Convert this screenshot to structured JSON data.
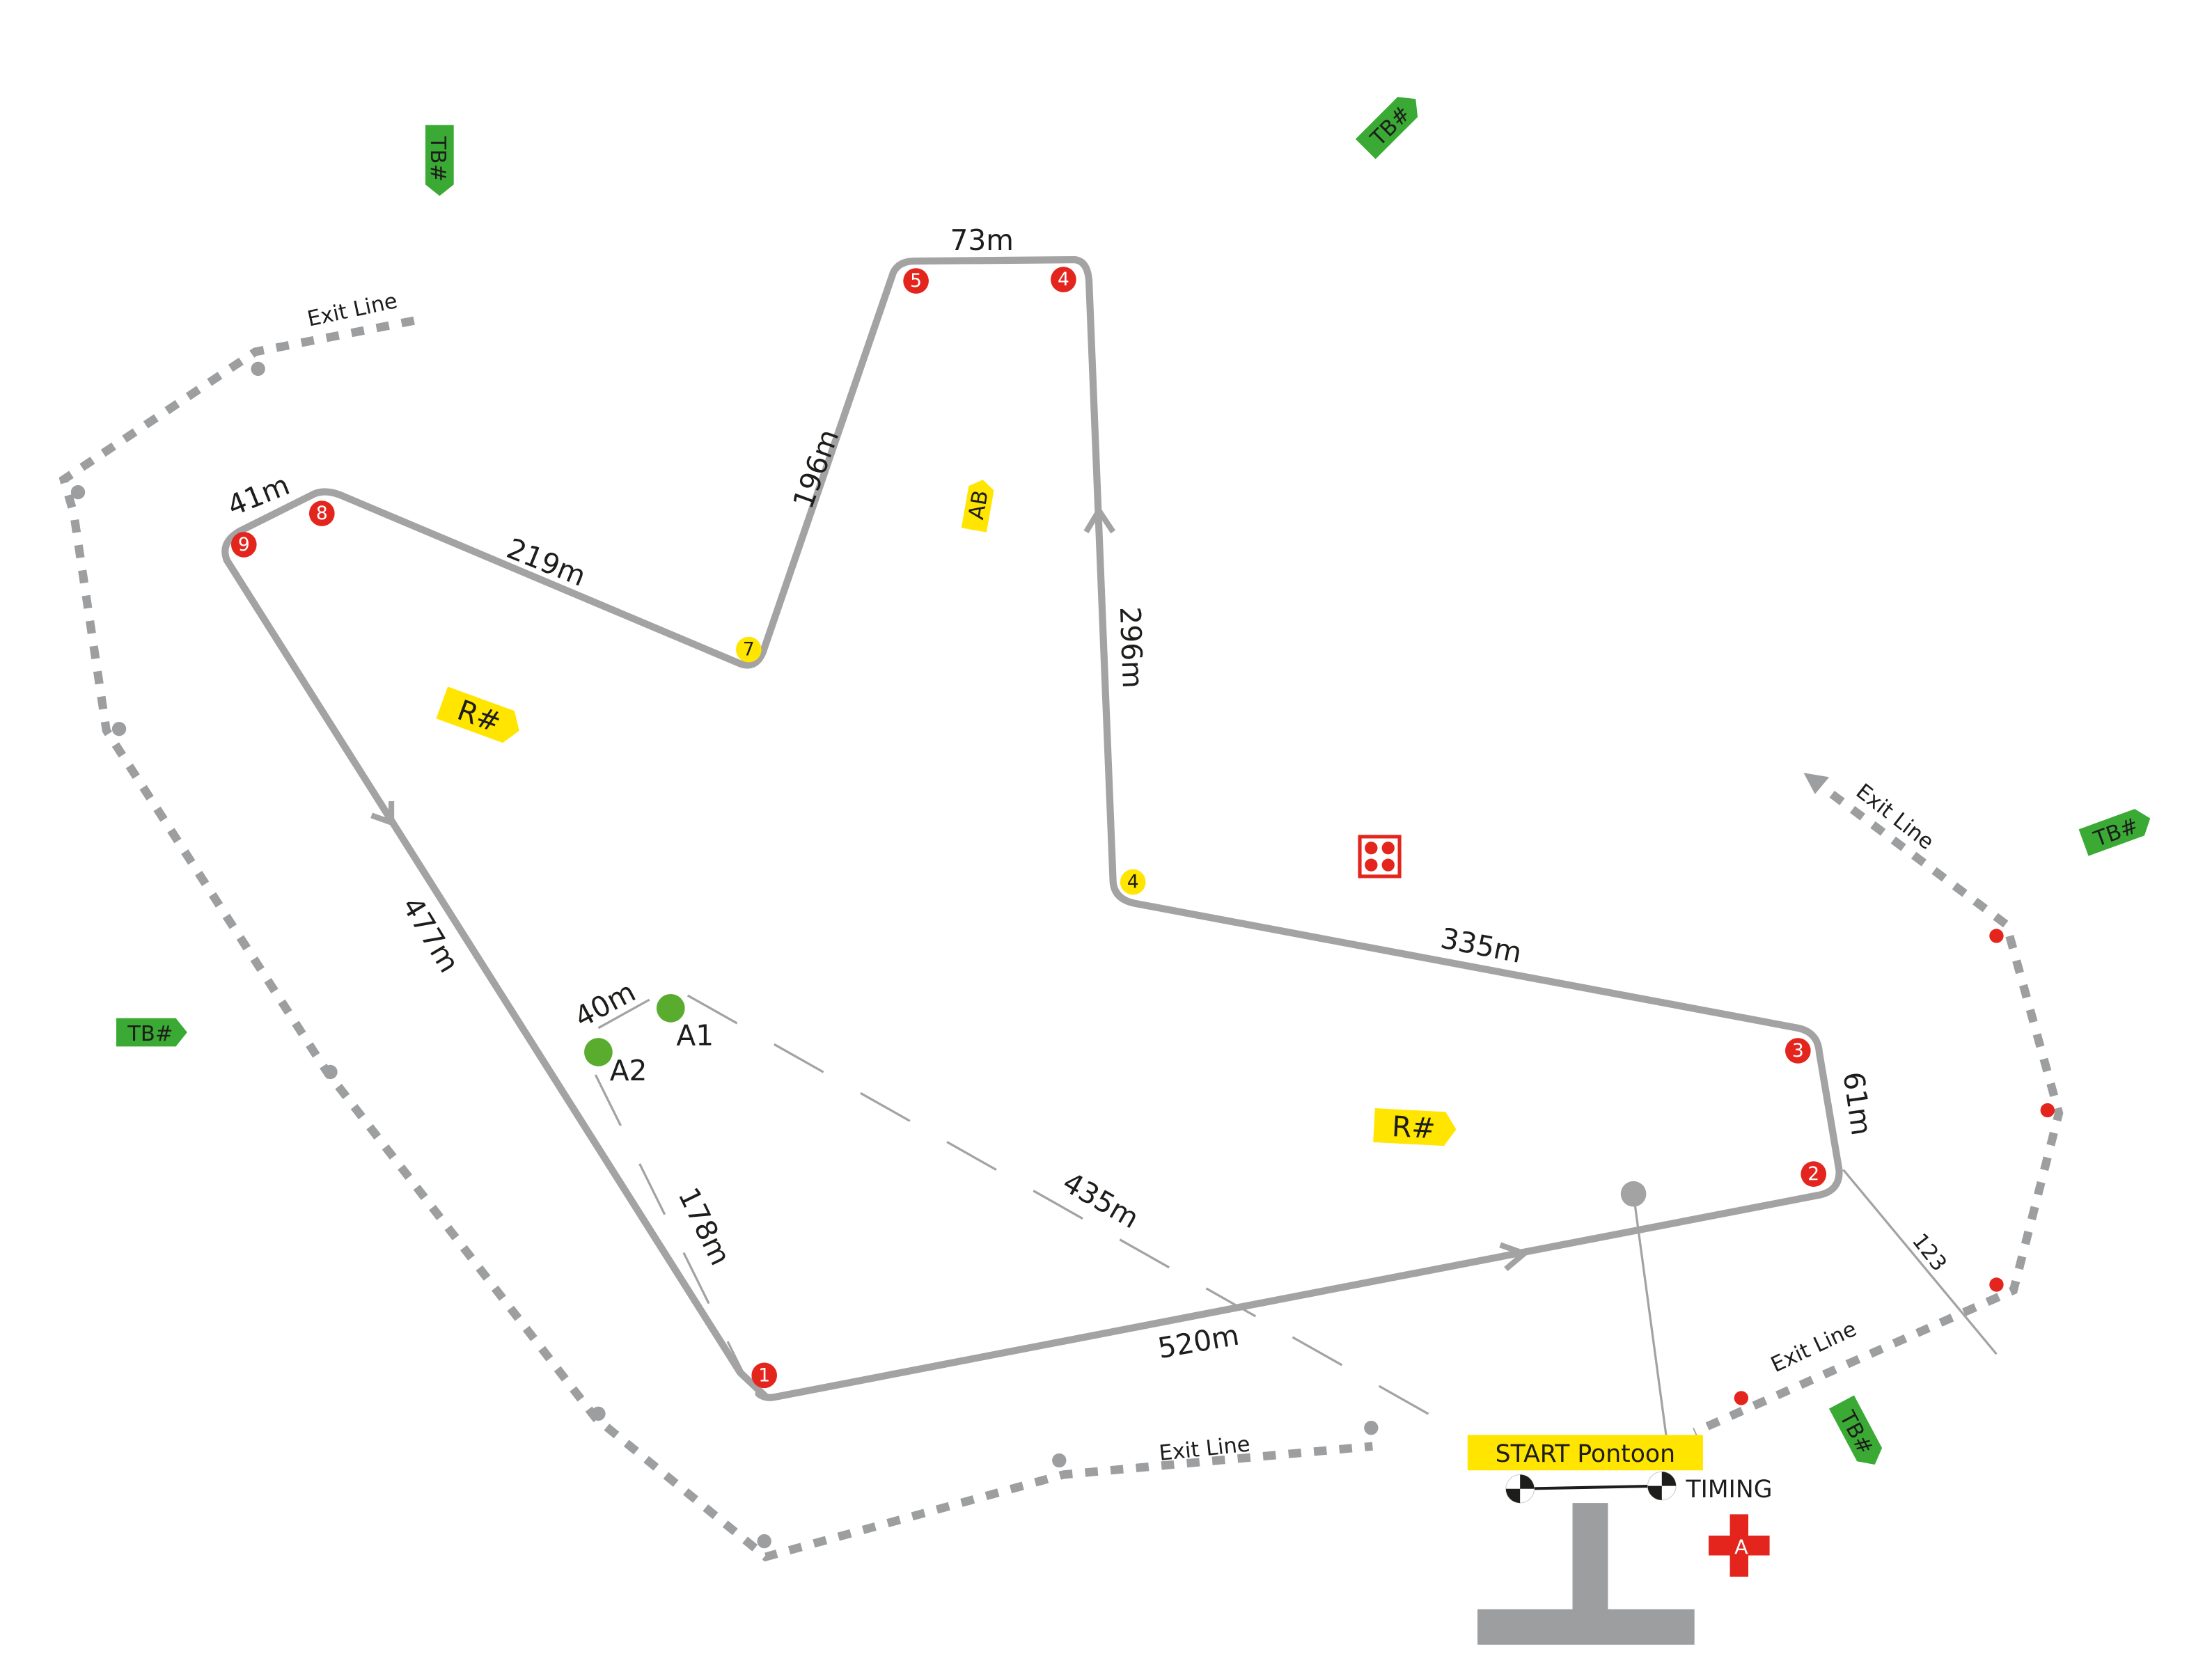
{
  "colors": {
    "course": "#a3a3a3",
    "buoy_red": "#e3251e",
    "buoy_yellow": "#ffe500",
    "boat_green": "#3aaa35",
    "pontoon": "#9c9e9f",
    "anchor_green": "#5aac2e"
  },
  "legs": {
    "l1": "477m",
    "l2": "41m",
    "l3": "219m",
    "l4": "196m",
    "l5": "73m",
    "l6": "296m",
    "l7": "335m",
    "l8": "61m",
    "l9": "520m",
    "a40": "40m",
    "a178": "178m",
    "a435": "435m",
    "r123": "123"
  },
  "buoys": {
    "b1": "1",
    "b2": "2",
    "b3": "3",
    "b4": "4",
    "b5": "5",
    "b7": "7",
    "b8": "8",
    "b9": "9",
    "y4": "4"
  },
  "anchors": {
    "a1": "A1",
    "a2": "A2"
  },
  "exit_label": "Exit Line",
  "boats": {
    "tb": "TB#",
    "r": "R#",
    "ab": "AB"
  },
  "pontoon": {
    "label": "START Pontoon",
    "timing": "TIMING"
  },
  "first_aid": "A"
}
